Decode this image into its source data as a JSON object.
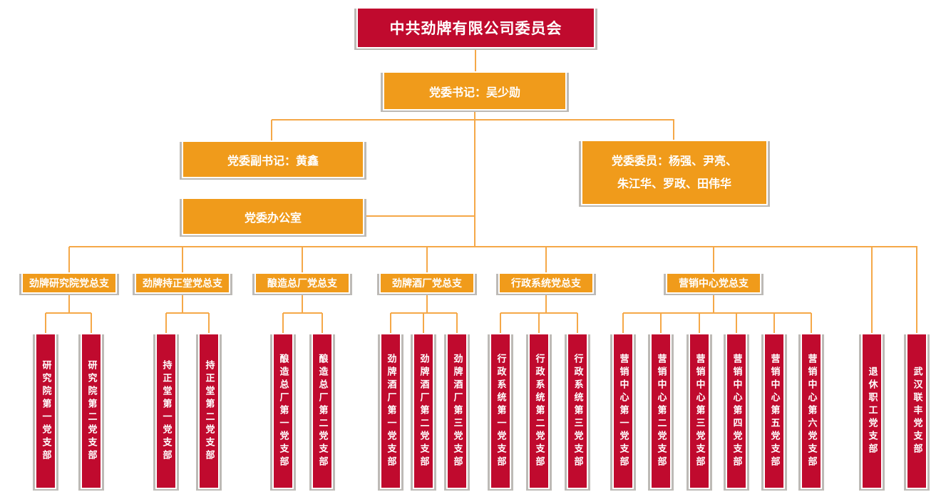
{
  "palette": {
    "node_red": "#C00A2E",
    "node_orange": "#F09B1B",
    "connector_orange": "#F5A848",
    "shadow_gray": "#BDBAB6",
    "text_color": "#FFFFFF"
  },
  "root": {
    "label": "中共劲牌有限公司委员会"
  },
  "secretary": {
    "label": "党委书记：吴少勋"
  },
  "deputy_secretary": {
    "label": "党委副书记：黄鑫"
  },
  "committee_members": {
    "line1": "党委委员：杨强、尹亮、",
    "line2": "朱江华、罗政、田伟华"
  },
  "party_office": {
    "label": "党委办公室"
  },
  "general_branches": [
    {
      "label": "劲牌研究院党总支",
      "children": [
        "研究院第一党支部",
        "研究院第二党支部"
      ]
    },
    {
      "label": "劲牌持正堂党总支",
      "children": [
        "持正堂第一党支部",
        "持正堂第二党支部"
      ]
    },
    {
      "label": "酿造总厂党总支",
      "children": [
        "酿造总厂第一党支部",
        "酿造总厂第二党支部"
      ]
    },
    {
      "label": "劲牌酒厂党总支",
      "children": [
        "劲牌酒厂第一党支部",
        "劲牌酒厂第二党支部",
        "劲牌酒厂第三党支部"
      ]
    },
    {
      "label": "行政系统党总支",
      "children": [
        "行政系统第一党支部",
        "行政系统第二党支部",
        "行政系统第三党支部"
      ]
    },
    {
      "label": "营销中心党总支",
      "children": [
        "营销中心第一党支部",
        "营销中心第二党支部",
        "营销中心第三党支部",
        "营销中心第四党支部",
        "营销中心第五党支部",
        "营销中心第六党支部"
      ]
    }
  ],
  "direct_branches": [
    "退休职工党支部",
    "武汉联丰党支部"
  ]
}
